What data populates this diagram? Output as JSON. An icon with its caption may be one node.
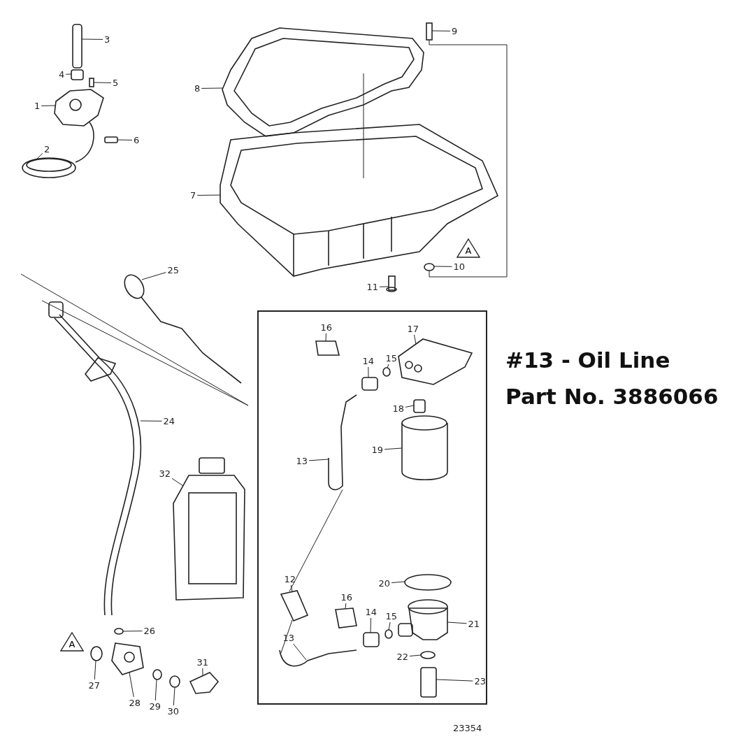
{
  "diagram": {
    "nodes": [
      {
        "text": [
          "3"
        ]
      },
      {
        "text": [
          "4"
        ]
      },
      {
        "text": [
          "5"
        ]
      },
      {
        "text": [
          "1"
        ]
      },
      {
        "text": [
          "9"
        ]
      },
      {
        "text": [
          "8"
        ]
      },
      {
        "text": [
          "6"
        ]
      },
      {
        "text": [
          "2"
        ]
      },
      {
        "text": [
          "7"
        ]
      },
      {
        "text": [
          "A"
        ]
      },
      {
        "text": [
          "10"
        ]
      },
      {
        "text": [
          "11"
        ]
      },
      {
        "text": [
          "25"
        ]
      },
      {
        "text": [
          "24"
        ]
      },
      {
        "text": [
          "32"
        ]
      },
      {
        "text": [],
        "shape": "box"
      },
      {
        "text": [
          "16"
        ],
        "in": 15
      },
      {
        "text": [
          "17"
        ],
        "in": 15
      },
      {
        "text": [
          "14"
        ],
        "in": 15
      },
      {
        "text": [
          "15"
        ],
        "in": 15
      },
      {
        "text": [
          "18"
        ],
        "in": 15
      },
      {
        "text": [
          "13"
        ],
        "in": 15
      },
      {
        "text": [
          "19"
        ],
        "in": 15
      },
      {
        "text": [
          "12"
        ],
        "in": 15
      },
      {
        "text": [
          "20"
        ],
        "in": 15
      },
      {
        "text": [
          "16"
        ],
        "in": 15
      },
      {
        "text": [
          "14"
        ],
        "in": 15
      },
      {
        "text": [
          "15"
        ],
        "in": 15
      },
      {
        "text": [
          "21"
        ],
        "in": 15
      },
      {
        "text": [
          "13"
        ],
        "in": 15
      },
      {
        "text": [
          "22"
        ],
        "in": 15
      },
      {
        "text": [
          "23"
        ],
        "in": 15
      },
      {
        "text": [
          "A"
        ]
      },
      {
        "text": [
          "26"
        ]
      },
      {
        "text": [
          "27"
        ]
      },
      {
        "text": [
          "31"
        ]
      },
      {
        "text": [
          "28"
        ]
      },
      {
        "text": [
          "29"
        ]
      },
      {
        "text": [
          "30"
        ]
      },
      {
        "text": [],
        "shape": "box"
      },
      {
        "text": [],
        "shape": "box"
      },
      {
        "text": [],
        "shape": "box"
      },
      {
        "text": [],
        "shape": "picture"
      },
      {
        "text": [],
        "shape": "box"
      },
      {
        "text": [],
        "shape": "picture"
      },
      {
        "text": [],
        "shape": "box"
      },
      {
        "text": [],
        "shape": "picture"
      },
      {
        "text": [],
        "shape": "picture"
      },
      {
        "text": [],
        "shape": "circle"
      },
      {
        "text": [],
        "shape": "box"
      },
      {
        "text": [],
        "shape": "picture"
      },
      {
        "text": [],
        "shape": "picture"
      },
      {
        "text": [],
        "shape": "picture"
      },
      {
        "text": [],
        "shape": "box",
        "in": 15
      },
      {
        "text": [],
        "shape": "picture",
        "in": 15
      },
      {
        "text": [],
        "shape": "box",
        "in": 15
      },
      {
        "text": [],
        "shape": "circle",
        "in": 15
      },
      {
        "text": [],
        "shape": "box",
        "in": 15
      },
      {
        "text": [],
        "shape": "picture",
        "in": 15
      },
      {
        "text": [],
        "shape": "picture",
        "in": 15
      },
      {
        "text": [],
        "shape": "box",
        "in": 15
      },
      {
        "text": [],
        "shape": "circle",
        "in": 15
      },
      {
        "text": [],
        "shape": "box",
        "in": 15
      },
      {
        "text": [],
        "shape": "box",
        "in": 15
      },
      {
        "text": [],
        "shape": "circle",
        "in": 15
      },
      {
        "text": [],
        "shape": "picture",
        "in": 15
      },
      {
        "text": [],
        "shape": "circle",
        "in": 15
      },
      {
        "text": [],
        "shape": "box",
        "in": 15
      },
      {
        "text": [],
        "shape": "circle"
      },
      {
        "text": [],
        "shape": "circle"
      },
      {
        "text": [],
        "shape": "picture"
      },
      {
        "text": [],
        "shape": "circle"
      },
      {
        "text": [],
        "shape": "circle"
      },
      {
        "text": [],
        "shape": "picture"
      },
      {
        "text": [],
        "shape": "picture",
        "in": 15
      }
    ],
    "edges": [
      {
        "from": 0,
        "to": 39,
        "arrow": "none"
      },
      {
        "from": 1,
        "to": 40,
        "arrow": "none"
      },
      {
        "from": 2,
        "to": 41,
        "arrow": "none"
      },
      {
        "from": 3,
        "to": 42,
        "arrow": "none"
      },
      {
        "from": 4,
        "to": 45,
        "arrow": "none"
      },
      {
        "from": 5,
        "to": 46,
        "arrow": "none"
      },
      {
        "from": 6,
        "to": 43,
        "arrow": "none"
      },
      {
        "from": 7,
        "to": 44,
        "arrow": "none"
      },
      {
        "from": 8,
        "to": 47,
        "arrow": "none"
      },
      {
        "from": 10,
        "to": 48,
        "arrow": "none"
      },
      {
        "from": 11,
        "to": 49,
        "arrow": "none"
      },
      {
        "from": 12,
        "to": 50,
        "arrow": "none"
      },
      {
        "from": 13,
        "to": 51,
        "arrow": "none"
      },
      {
        "from": 14,
        "to": 52,
        "arrow": "none"
      },
      {
        "from": 16,
        "to": 53,
        "arrow": "none"
      },
      {
        "from": 17,
        "to": 54,
        "arrow": "none"
      },
      {
        "from": 18,
        "to": 55,
        "arrow": "none"
      },
      {
        "from": 19,
        "to": 56,
        "arrow": "none"
      },
      {
        "from": 20,
        "to": 57,
        "arrow": "none"
      },
      {
        "from": 21,
        "to": 58,
        "arrow": "none"
      },
      {
        "from": 22,
        "to": 59,
        "arrow": "none"
      },
      {
        "from": 23,
        "to": 60,
        "arrow": "none"
      },
      {
        "from": 24,
        "to": 61,
        "arrow": "none"
      },
      {
        "from": 25,
        "to": 62,
        "arrow": "none"
      },
      {
        "from": 26,
        "to": 63,
        "arrow": "none"
      },
      {
        "from": 27,
        "to": 64,
        "arrow": "none"
      },
      {
        "from": 28,
        "to": 65,
        "arrow": "none"
      },
      {
        "from": 29,
        "to": 74,
        "arrow": "none"
      },
      {
        "from": 30,
        "to": 66,
        "arrow": "none"
      },
      {
        "from": 31,
        "to": 67,
        "arrow": "none"
      },
      {
        "from": 33,
        "to": 68,
        "arrow": "none"
      },
      {
        "from": 34,
        "to": 69,
        "arrow": "none"
      },
      {
        "from": 35,
        "to": 73,
        "arrow": "none"
      },
      {
        "from": 36,
        "to": 70,
        "arrow": "none"
      },
      {
        "from": 37,
        "to": 71,
        "arrow": "none"
      },
      {
        "from": 38,
        "to": 72,
        "arrow": "none"
      },
      {
        "from": 58,
        "to": 60,
        "arrow": "none"
      },
      {
        "from": 60,
        "to": 74,
        "arrow": "none"
      },
      {
        "from": 45,
        "to": 48,
        "arrow": "none"
      },
      {
        "from": 46,
        "to": 47,
        "arrow": "none"
      }
    ],
    "labels": [
      "#13 - Oil Line",
      "Part No. 3886066",
      "23354"
    ]
  }
}
